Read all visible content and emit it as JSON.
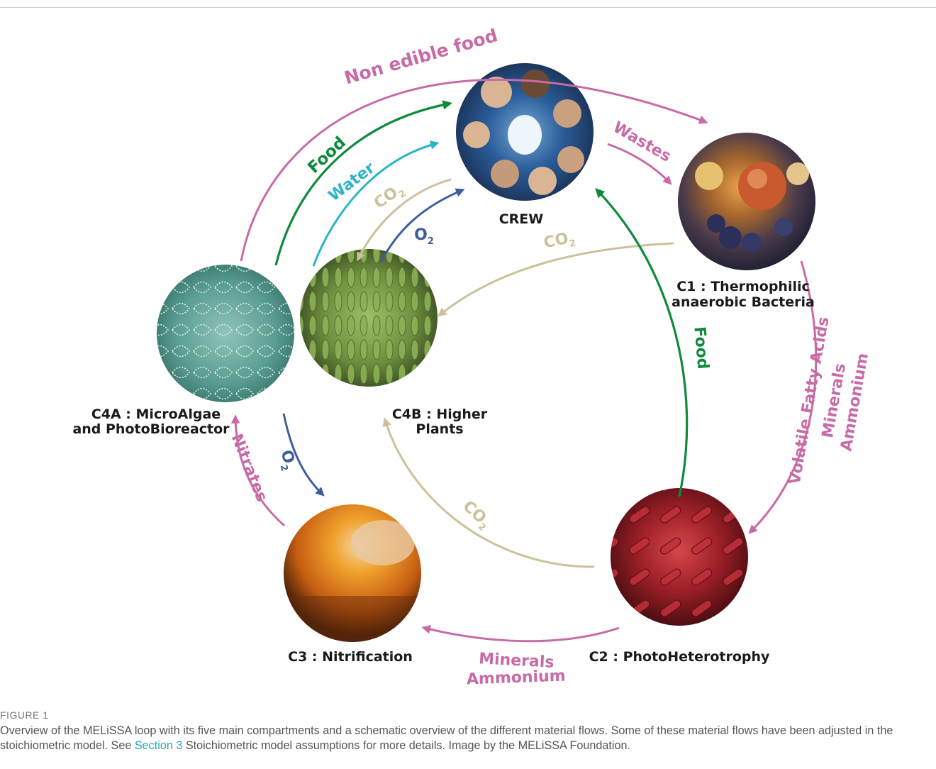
{
  "colors": {
    "pink": "#c86aa6",
    "green": "#0d8a3c",
    "cyan": "#2bb4c6",
    "beige": "#cbc19a",
    "blue": "#3f5c9e",
    "text": "#1a1a1a",
    "caption": "#555555",
    "link": "#2aa6b6"
  },
  "compartments": {
    "crew": "CREW",
    "c1_line1": "C1 : Thermophilic",
    "c1_line2": "anaerobic Bacteria",
    "c2": "C2 : PhotoHeterotrophy",
    "c3": "C3 : Nitrification",
    "c4a_line1": "C4A : MicroAlgae",
    "c4a_line2": "and PhotoBioreactor",
    "c4b_line1": "C4B : Higher",
    "c4b_line2": "Plants"
  },
  "flows": {
    "non_edible_food": "Non edible food",
    "food_top": "Food",
    "water": "Water",
    "co2": "CO",
    "o2": "O",
    "sub2": "2",
    "wastes": "Wastes",
    "food_right": "Food",
    "vfa_line1": "Volatile Fatty Acids",
    "vfa_line2": "Minerals",
    "vfa_line3": "Ammonium",
    "minerals": "Minerals",
    "ammonium": "Ammonium",
    "nitrates": "Nitrates"
  },
  "caption": {
    "label": "FIGURE 1",
    "text_before": "Overview of the MELiSSA loop with its five main compartments and a schematic overview of the different material flows. Some of these material flows have been adjusted in the stoichiometric model. See ",
    "link": "Section 3",
    "text_after": " Stoichiometric model assumptions for more details. Image by the MELiSSA Foundation."
  }
}
